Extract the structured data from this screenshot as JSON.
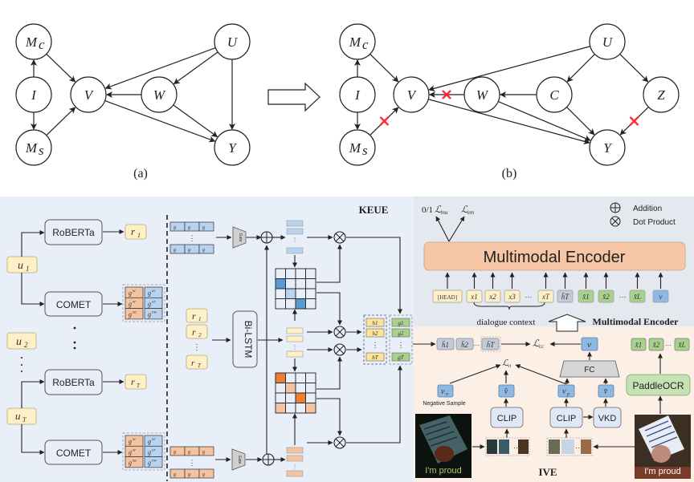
{
  "top": {
    "graph_a": {
      "caption": "(a)",
      "nodes": [
        {
          "id": "Mc",
          "label": "Mc"
        },
        {
          "id": "I",
          "label": "I"
        },
        {
          "id": "Ms",
          "label": "Ms"
        },
        {
          "id": "V",
          "label": "V"
        },
        {
          "id": "W",
          "label": "W"
        },
        {
          "id": "U",
          "label": "U"
        },
        {
          "id": "Y",
          "label": "Y"
        }
      ],
      "edges": [
        [
          "I",
          "Mc"
        ],
        [
          "I",
          "Ms"
        ],
        [
          "Mc",
          "V"
        ],
        [
          "Ms",
          "V"
        ],
        [
          "U",
          "V"
        ],
        [
          "U",
          "W"
        ],
        [
          "U",
          "Y"
        ],
        [
          "W",
          "V"
        ],
        [
          "W",
          "Y"
        ],
        [
          "V",
          "Y"
        ]
      ]
    },
    "graph_b": {
      "caption": "(b)",
      "nodes": [
        {
          "id": "Mc",
          "label": "Mc"
        },
        {
          "id": "I",
          "label": "I"
        },
        {
          "id": "Ms",
          "label": "Ms"
        },
        {
          "id": "V",
          "label": "V"
        },
        {
          "id": "W",
          "label": "W"
        },
        {
          "id": "C",
          "label": "C"
        },
        {
          "id": "U",
          "label": "U"
        },
        {
          "id": "Z",
          "label": "Z"
        },
        {
          "id": "Y",
          "label": "Y"
        }
      ],
      "edges": [
        [
          "I",
          "Mc"
        ],
        [
          "I",
          "Ms"
        ],
        [
          "Mc",
          "V"
        ],
        [
          "Ms",
          "V"
        ],
        [
          "U",
          "V"
        ],
        [
          "U",
          "C"
        ],
        [
          "U",
          "Z"
        ],
        [
          "C",
          "W"
        ],
        [
          "C",
          "Y"
        ],
        [
          "W",
          "V"
        ],
        [
          "W",
          "Y"
        ],
        [
          "V",
          "Y"
        ],
        [
          "Z",
          "Y"
        ]
      ],
      "cut_edges": [
        [
          "Ms",
          "V"
        ],
        [
          "W",
          "V"
        ],
        [
          "Z",
          "Y"
        ]
      ]
    },
    "transform_arrow": "right-hollow-arrow"
  },
  "keue": {
    "title": "KEUE",
    "utterances": [
      "u1",
      "u2",
      "uT"
    ],
    "utterance_labels": {
      "u1": "u",
      "u1_sub": "1",
      "u2": "u",
      "u2_sub": "2",
      "uT": "u",
      "uT_sub": "T"
    },
    "roberta_label": "RoBERTa",
    "comet_label": "COMET",
    "r_outputs": {
      "r1": "r",
      "r1_sub": "1",
      "rT": "r",
      "rT_sub": "T",
      "r2_sub": "2"
    },
    "bilstm_label": "Bi-LSTM",
    "gate_label": "Gate",
    "h_labels": [
      "h1",
      "h2",
      "hT"
    ],
    "g_labels": [
      "g1",
      "g2",
      "gT"
    ]
  },
  "legend": {
    "addition": "Addition",
    "dot_product": "Dot Product"
  },
  "encoder": {
    "title": "Multimodal Encoder",
    "section_label": "Multimodal Encoder",
    "losses": {
      "prefix": "0/1",
      "mm": "ℒ",
      "mm_sub": "mu",
      "em": "ℒ",
      "em_sub": "em"
    },
    "tokens": [
      "[HEAD]",
      "x1",
      "x2",
      "x3",
      "···",
      "xT",
      "h̄T",
      "x̂1",
      "x̂2",
      "···",
      "x̂L",
      "v"
    ],
    "dialogue_context": "dialogue context"
  },
  "ive": {
    "title": "IVE",
    "h_bars": [
      "h̄1",
      "h̄2",
      "···",
      "h̄T"
    ],
    "loss_cc": "ℒ",
    "loss_cc_sub": "cc",
    "loss_vi": "ℒ",
    "loss_vi_sub": "vi",
    "v_label": "v",
    "fc_label": "FC",
    "vn_label": "v",
    "vn_sub": "n",
    "negative_sample": "Negative Sample",
    "vhat_label": "v̂",
    "vp_label": "v",
    "vp_sub": "p",
    "vbar_label": "v̄",
    "clip_label": "CLIP",
    "vkd_label": "VKD",
    "paddleocr_label": "PaddleOCR",
    "ocr_tokens": [
      "x̂1",
      "x̂2",
      "···",
      "x̂L"
    ],
    "image_caption": "I'm proud",
    "colors": {
      "keue_bg": "#e8eff8",
      "enc_bg": "#e4e8ef",
      "ive_bg": "#fcefe6",
      "encoder_box": "#f6c6a6",
      "yellow_token": "#fdf0c6",
      "green_token": "#a9d18e",
      "blue_token": "#8fb8e3",
      "orange_cell": "#f4c3a1",
      "blue_cell": "#b9d3ee",
      "dark_orange": "#ed7d31",
      "dark_blue": "#5b9bd5",
      "cut_mark": "#ff2a3a"
    }
  }
}
